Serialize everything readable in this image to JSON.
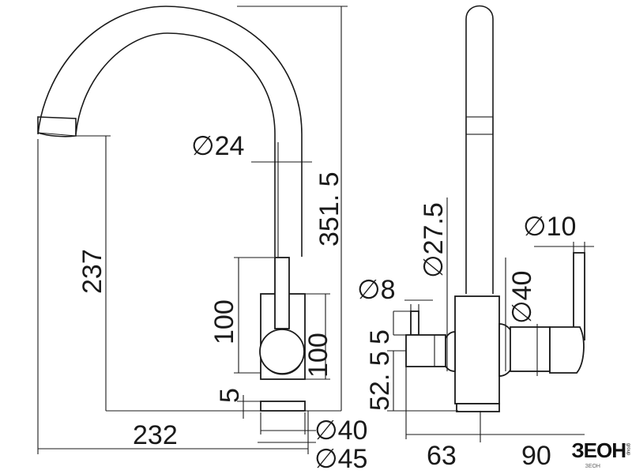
{
  "drawing": {
    "dimensions": {
      "spout_tube_dia": "∅24",
      "total_height": "351. 5",
      "spout_height": "237",
      "body_height": "100",
      "body_height_side": "100",
      "base_step": "5",
      "reach": "232",
      "base_dia_inner": "∅40",
      "base_dia_outer": "∅45",
      "side_spout_dia": "∅27.5",
      "side_body_dia": "∅40",
      "handle_dia": "∅10",
      "small_handle_dia": "∅8",
      "small_handle_offset": "5",
      "hub_height": "52. 5",
      "width_left": "63",
      "width_right": "90"
    }
  },
  "brand": {
    "logo_text": "ЗЕОН",
    "logo_side": "group",
    "logo_sub": "ЗЕОН"
  }
}
